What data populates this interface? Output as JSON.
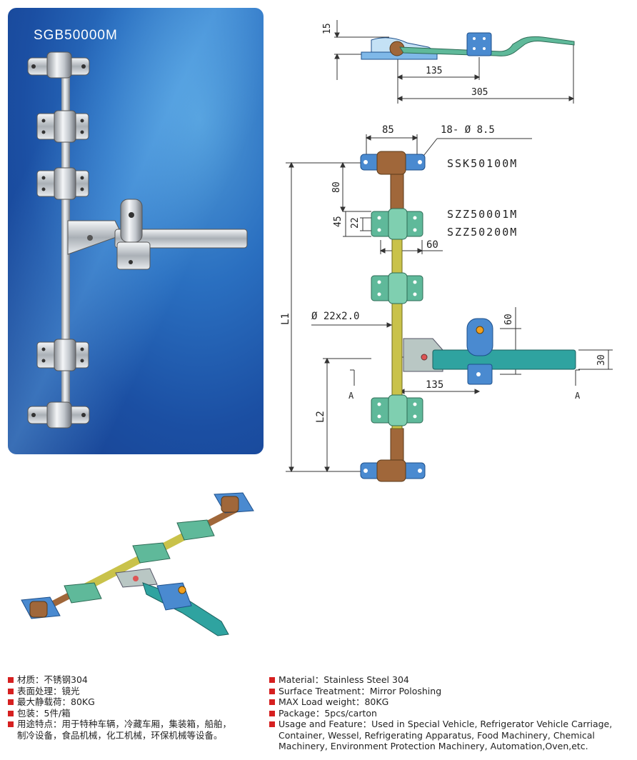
{
  "product": {
    "title": "SGB50000M"
  },
  "dimensions": {
    "d15": "15",
    "d135_top": "135",
    "d305": "305",
    "d85": "85",
    "d_hole": "18- Ø 8.5",
    "d80": "80",
    "d45": "45",
    "d22": "22",
    "d60_horiz": "60",
    "d_pipe": "Ø 22x2.0",
    "d60_vert": "60",
    "d30": "30",
    "d135_lower": "135",
    "L1": "L1",
    "L2": "L2",
    "section_a_left": "A",
    "section_a_right": "A"
  },
  "parts": {
    "ssk": "SSK50100M",
    "szz1": "SZZ50001M",
    "szz2": "SZZ50200M"
  },
  "specs_cn": [
    "材质：不锈钢304",
    "表面处理：镜光",
    "最大静载荷：80KG",
    "包装：5件/箱",
    "用途特点：用于特种车辆，冷藏车厢，集装箱，船舶，",
    "制冷设备，食品机械，化工机械，环保机械等设备。"
  ],
  "specs_en": [
    "Material：Stainless Steel 304",
    "Surface Treatment：Mirror Poloshing",
    "MAX Load weight：80KG",
    "Package：5pcs/carton",
    "Usage and Feature：Used in Special Vehicle, Refrigerator Vehicle Carriage,",
    "Container, Wessel, Refrigerating Apparatus, Food Machinery, Chemical",
    "Machinery, Environment Protection Machinery, Automation,Oven,etc."
  ],
  "colors": {
    "panel_blue": "#1b4fa3",
    "bullet_red": "#d62020",
    "bracket_green": "#5fb99a",
    "hinge_blue": "#4a8ad0",
    "rod_yellow": "#c9c24a",
    "rod_bronze": "#a0673a"
  }
}
